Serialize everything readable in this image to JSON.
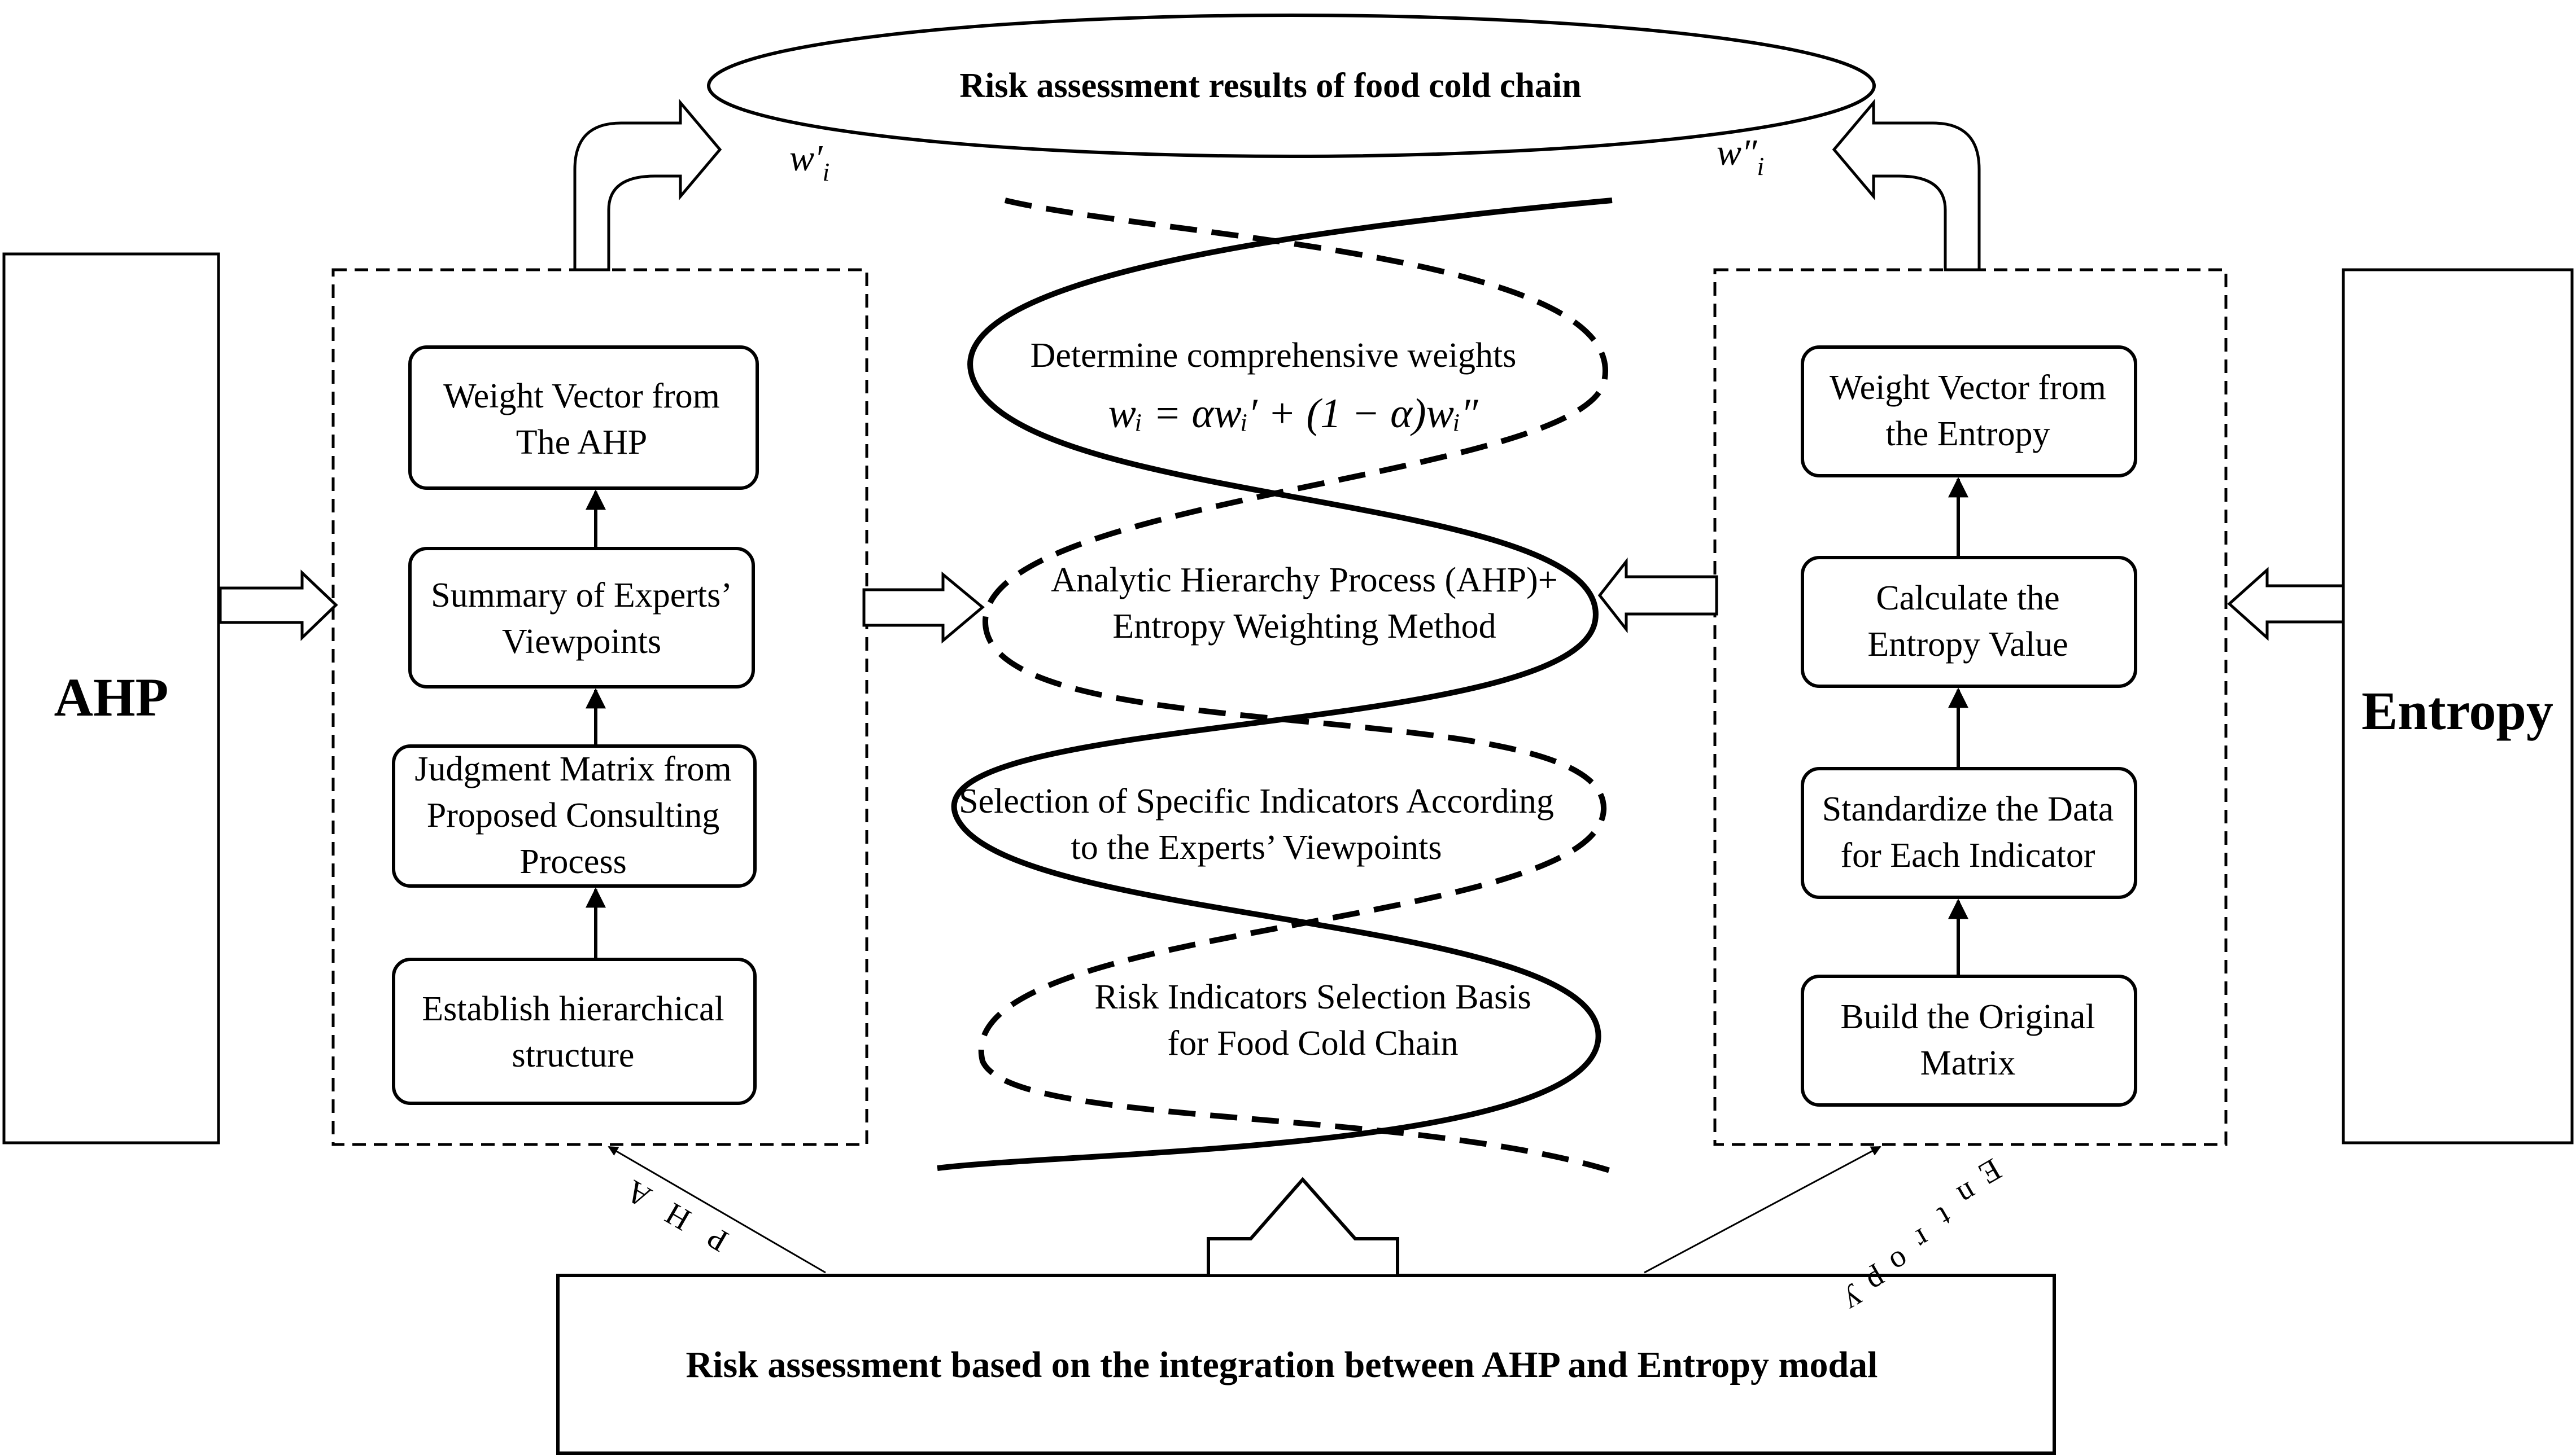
{
  "top_result": "Risk assessment results  of food cold chain",
  "bottom_title": "Risk assessment based on the integration between AHP and Entropy modal",
  "side_left": "AHP",
  "side_right": "Entropy",
  "weight_left": "w′",
  "weight_right": "w″",
  "weight_subscript": "i",
  "diag_left_letters": [
    "A",
    "H",
    "P"
  ],
  "diag_right_letters": [
    "E",
    "n",
    "t",
    "r",
    "o",
    "p",
    "y"
  ],
  "ahp_steps": [
    [
      "Weight Vector from",
      "The AHP"
    ],
    [
      "Summary of Experts’",
      "Viewpoints"
    ],
    [
      "Judgment Matrix from",
      "Proposed Consulting",
      "Process"
    ],
    [
      "Establish hierarchical",
      "structure"
    ]
  ],
  "entropy_steps": [
    [
      "Weight Vector from",
      "the Entropy"
    ],
    [
      "Calculate the",
      "Entropy Value"
    ],
    [
      "Standardize the Data",
      "for Each Indicator"
    ],
    [
      "Build the Original",
      "Matrix"
    ]
  ],
  "center": {
    "comprehensive": "Determine comprehensive weights",
    "formula": "wᵢ = αwᵢ′ + (1 − α)wᵢ″",
    "method": [
      "Analytic Hierarchy Process (AHP)+",
      "Entropy Weighting Method"
    ],
    "selection": [
      "Selection of Specific Indicators According",
      "to the Experts’ Viewpoints"
    ],
    "basis": [
      "Risk Indicators Selection Basis",
      "for Food Cold Chain"
    ]
  }
}
